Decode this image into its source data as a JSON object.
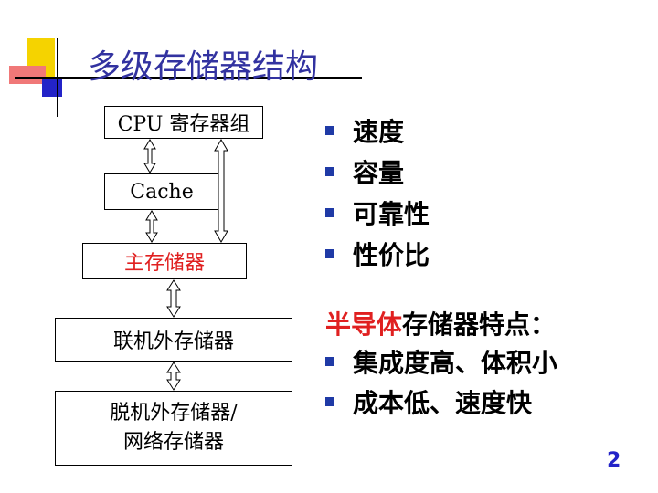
{
  "title": "多级存储器结构",
  "hierarchy": [
    {
      "label": "CPU 寄存器组"
    },
    {
      "label": "Cache"
    },
    {
      "label": "主存储器"
    },
    {
      "label": "联机外存储器"
    },
    {
      "label": "脱机外存储器/",
      "label2": "网络存储器"
    }
  ],
  "bullets": [
    "速度",
    "容量",
    "可靠性",
    "性价比"
  ],
  "semiconductor": {
    "heading_red": "半导体",
    "heading_rest": "存储器特点：",
    "items": [
      "集成度高、体积小",
      "成本低、速度快"
    ]
  },
  "page_number": "2",
  "colors": {
    "title": "#3232a0",
    "accent_red": "#e02020",
    "bullet": "#1f3aa6",
    "page_number": "#2323c8"
  }
}
